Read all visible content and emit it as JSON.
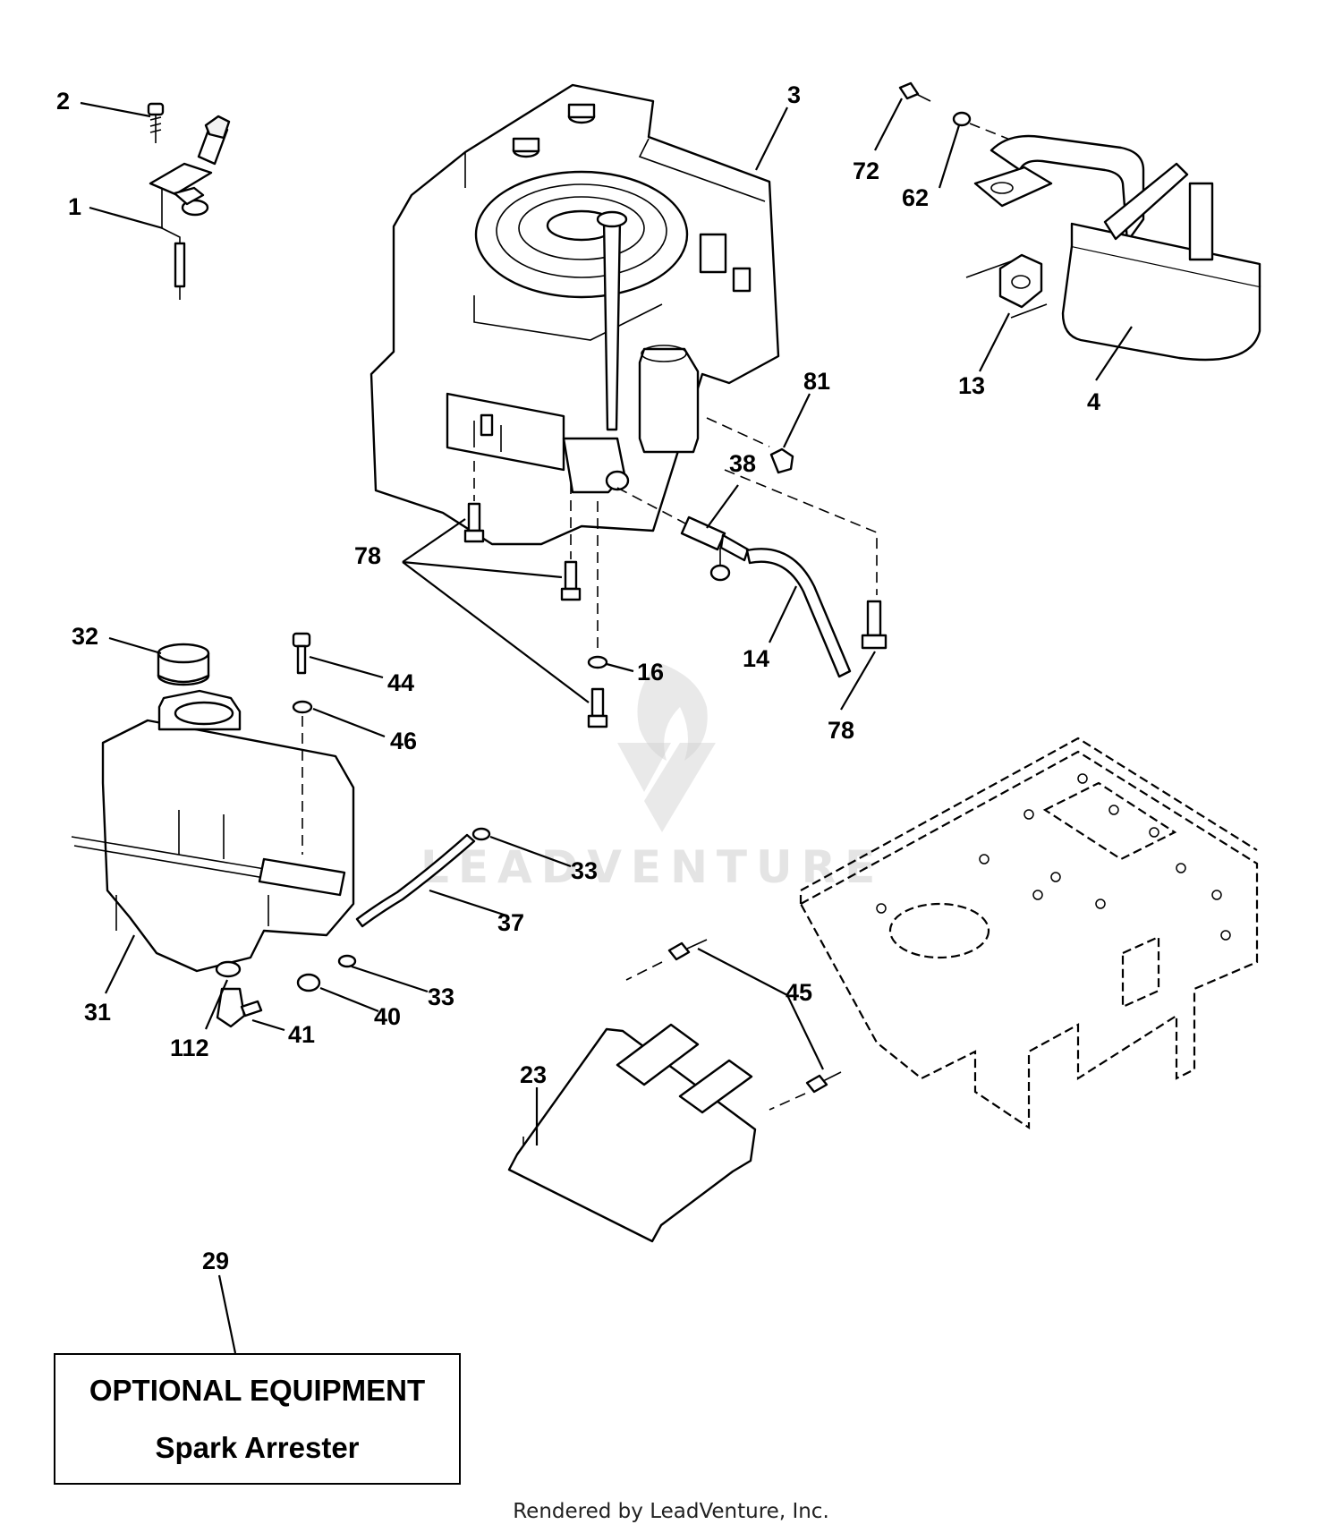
{
  "watermark": {
    "text": "LEADVENTURE"
  },
  "callouts": [
    {
      "id": "c1",
      "label": "1"
    },
    {
      "id": "c2",
      "label": "2"
    },
    {
      "id": "c3",
      "label": "3"
    },
    {
      "id": "c4",
      "label": "4"
    },
    {
      "id": "c13",
      "label": "13"
    },
    {
      "id": "c14",
      "label": "14"
    },
    {
      "id": "c16",
      "label": "16"
    },
    {
      "id": "c23",
      "label": "23"
    },
    {
      "id": "c29",
      "label": "29"
    },
    {
      "id": "c31",
      "label": "31"
    },
    {
      "id": "c32",
      "label": "32"
    },
    {
      "id": "c33a",
      "label": "33"
    },
    {
      "id": "c33b",
      "label": "33"
    },
    {
      "id": "c37",
      "label": "37"
    },
    {
      "id": "c38",
      "label": "38"
    },
    {
      "id": "c40",
      "label": "40"
    },
    {
      "id": "c41",
      "label": "41"
    },
    {
      "id": "c44",
      "label": "44"
    },
    {
      "id": "c45",
      "label": "45"
    },
    {
      "id": "c46",
      "label": "46"
    },
    {
      "id": "c62",
      "label": "62"
    },
    {
      "id": "c72",
      "label": "72"
    },
    {
      "id": "c78a",
      "label": "78"
    },
    {
      "id": "c78b",
      "label": "78"
    },
    {
      "id": "c81",
      "label": "81"
    },
    {
      "id": "c112",
      "label": "112"
    }
  ],
  "optional_box": {
    "line1": "OPTIONAL EQUIPMENT",
    "line2": "Spark Arrester"
  },
  "footer": {
    "credit": "Rendered by LeadVenture, Inc."
  }
}
